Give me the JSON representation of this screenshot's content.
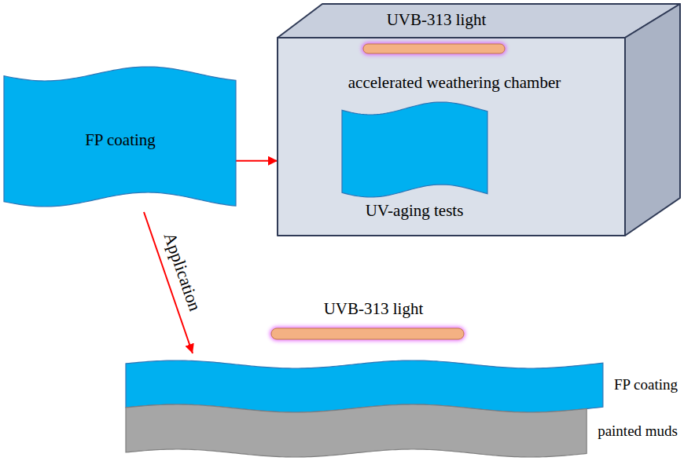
{
  "diagram": {
    "nodes": [
      {
        "text": [
          "FP coating"
        ]
      },
      {
        "text": [
          "UVB-313 light",
          "accelerated weathering chamber"
        ]
      },
      {
        "text": [
          "UV-aging tests"
        ],
        "in": 1
      },
      {
        "text": [
          "FP coating"
        ]
      },
      {
        "text": [
          "painted muds"
        ]
      }
    ],
    "edges": [
      {
        "from": 0,
        "to": 1,
        "arrow": "to"
      },
      {
        "from": 0,
        "to": 3,
        "label": "Application",
        "arrow": "to"
      }
    ],
    "labels": [
      "UVB-313 light"
    ]
  }
}
